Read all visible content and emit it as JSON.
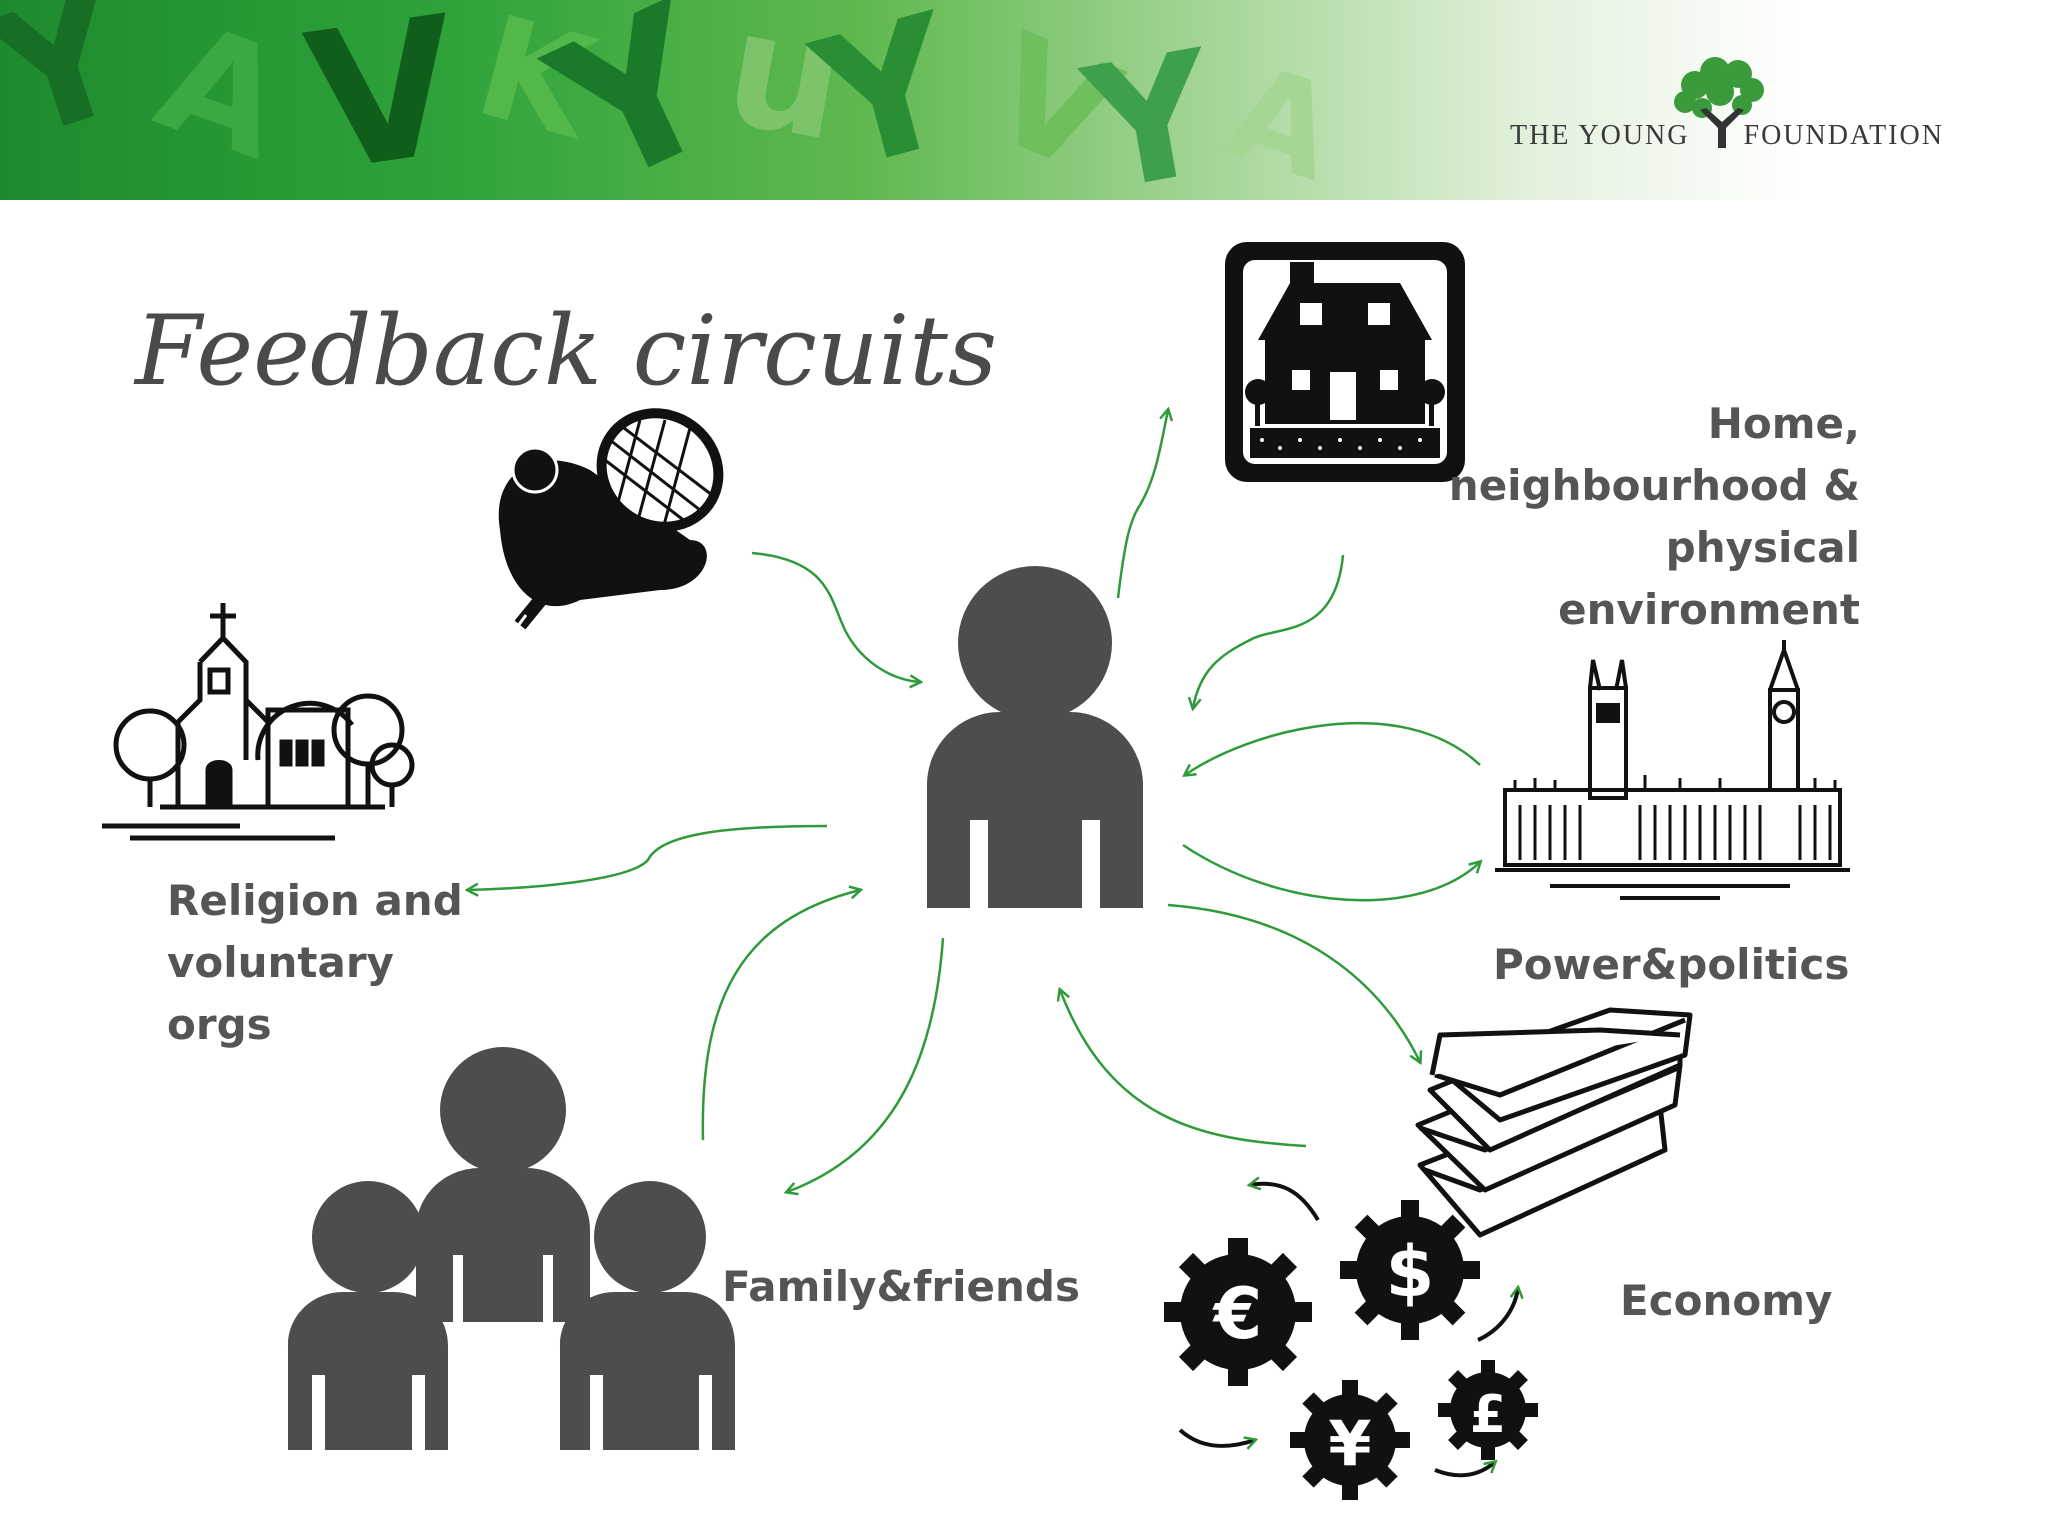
{
  "logo": {
    "left_text": "THE YOUNG",
    "right_text": "FOUNDATION"
  },
  "title": "Feedback circuits",
  "labels": {
    "home": [
      "Home,",
      "neighbourhood &",
      "physical",
      "environment"
    ],
    "power": "Power&politics",
    "religion": [
      "Religion and",
      "voluntary",
      "orgs"
    ],
    "family": "Family&friends",
    "economy": "Economy"
  },
  "colors": {
    "arrow": "#2f9a3a",
    "figure": "#4d4d4f",
    "text": "#555555"
  },
  "icons": [
    "person-icon",
    "house-icon",
    "tennis-icon",
    "church-icon",
    "parliament-icon",
    "family-icon",
    "books-icon",
    "currency-gears-icon"
  ]
}
